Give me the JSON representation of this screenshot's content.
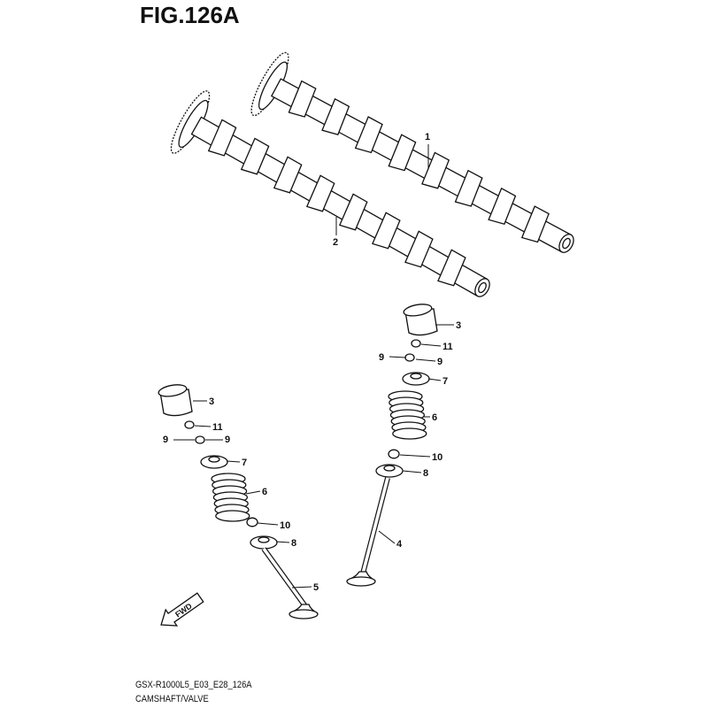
{
  "figure": {
    "title": "FIG.126A",
    "model_code": "GSX-R1000L5_E03_E28_126A",
    "section_name": "CAMSHAFT/VALVE",
    "fwd_label": "FWD"
  },
  "callouts": [
    "1",
    "2",
    "3",
    "11",
    "9",
    "9",
    "7",
    "6",
    "10",
    "8",
    "4",
    "3",
    "11",
    "9",
    "9",
    "7",
    "6",
    "10",
    "8",
    "5"
  ]
}
